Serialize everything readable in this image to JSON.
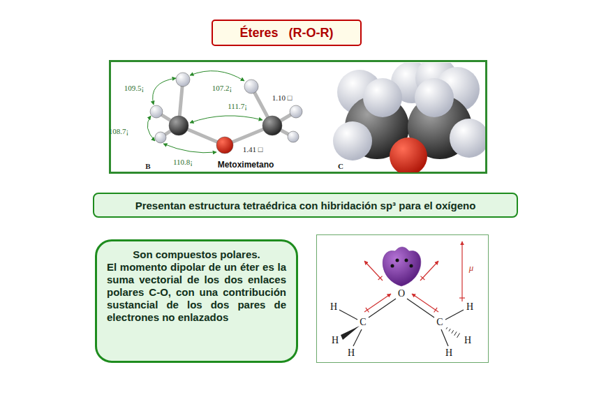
{
  "diagram": {
    "title": "Éteres   (R-O-R)",
    "nodes": [
      {
        "text": [
          "Presentan estructura tetraédrica con hibridación sp³ para el oxígeno"
        ]
      },
      {
        "text": [
          "Son compuestos polares.",
          "El momento dipolar de un éter es la suma vectorial de los dos enlaces polares C-O, con una contribución sustancial de los dos pares de electrones no enlazados"
        ]
      }
    ],
    "labels": [
      "109.5¡",
      "107.2¡",
      "111.7¡",
      "1.10 □",
      "108.7¡",
      "110.8¡",
      "1.41 □",
      "B",
      "Metoximetano",
      "C",
      "μ",
      "O",
      "H",
      "C",
      "H",
      "H",
      "C",
      "H",
      "H",
      "H"
    ]
  }
}
